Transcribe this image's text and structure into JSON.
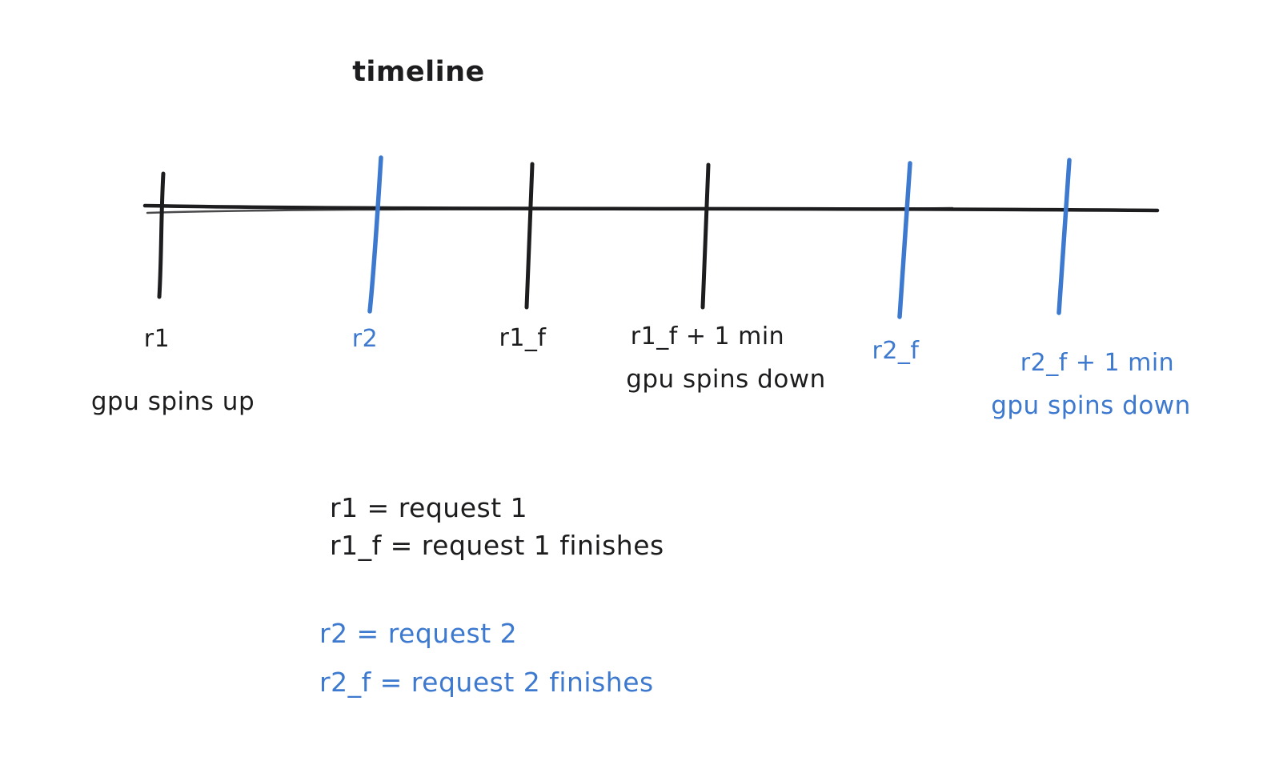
{
  "diagram": {
    "title": "timeline",
    "colors": {
      "ink": "#1d1d1f",
      "blue": "#3c79cf",
      "background": "#ffffff"
    },
    "events": [
      {
        "id": "r1",
        "label": "r1",
        "sublabel": "gpu spins up",
        "color": "black"
      },
      {
        "id": "r2",
        "label": "r2",
        "sublabel": "",
        "color": "blue"
      },
      {
        "id": "r1_f",
        "label": "r1_f",
        "sublabel": "",
        "color": "black"
      },
      {
        "id": "r1_f_plus_1min",
        "label": "r1_f + 1 min",
        "sublabel": "gpu spins down",
        "color": "black"
      },
      {
        "id": "r2_f",
        "label": "r2_f",
        "sublabel": "",
        "color": "blue"
      },
      {
        "id": "r2_f_plus_1min",
        "label": "r2_f + 1 min",
        "sublabel": "gpu spins down",
        "color": "blue"
      }
    ],
    "legend": {
      "black": [
        "r1 = request 1",
        "r1_f = request 1 finishes"
      ],
      "blue": [
        "r2 = request 2",
        "r2_f = request 2 finishes"
      ]
    }
  }
}
